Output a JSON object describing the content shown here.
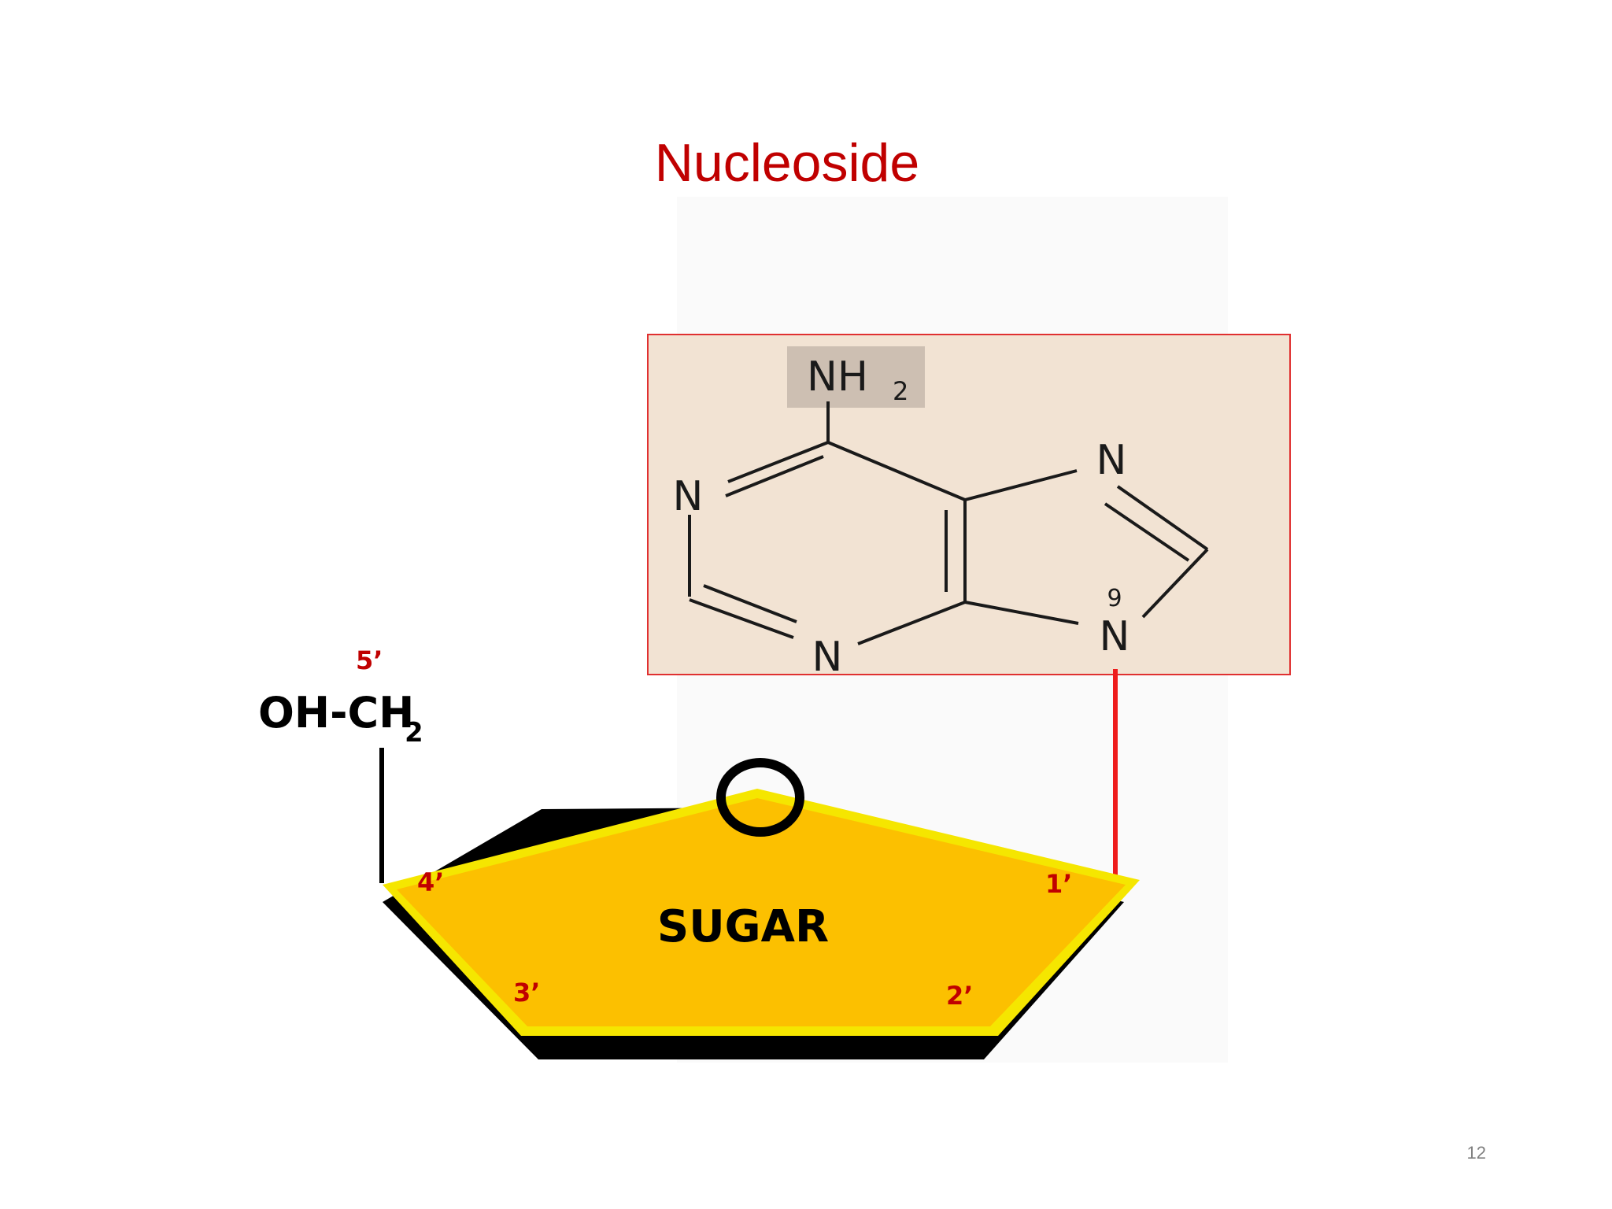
{
  "slide": {
    "title": "Nucleoside",
    "page_number": "12"
  },
  "base": {
    "amine_label": "NH",
    "amine_subscript": "2",
    "atoms": {
      "n1": "N",
      "n3": "N",
      "n7": "N",
      "n9": "N"
    },
    "position_label": "9"
  },
  "sugar": {
    "label": "SUGAR",
    "ring_oxygen": "O",
    "side_group": "OH-CH",
    "side_group_subscript": "2",
    "carbons": {
      "c1": "1’",
      "c2": "2’",
      "c3": "3’",
      "c4": "4’",
      "c5": "5’"
    }
  },
  "colors": {
    "title": "#c00000",
    "carbon_labels": "#c00000",
    "glycosidic_bond": "#ee1c1c",
    "sugar_fill": "#fcc000",
    "sugar_edge": "#f5e600",
    "base_box_fill": "#f2e3d3",
    "base_box_border": "#e03030"
  }
}
